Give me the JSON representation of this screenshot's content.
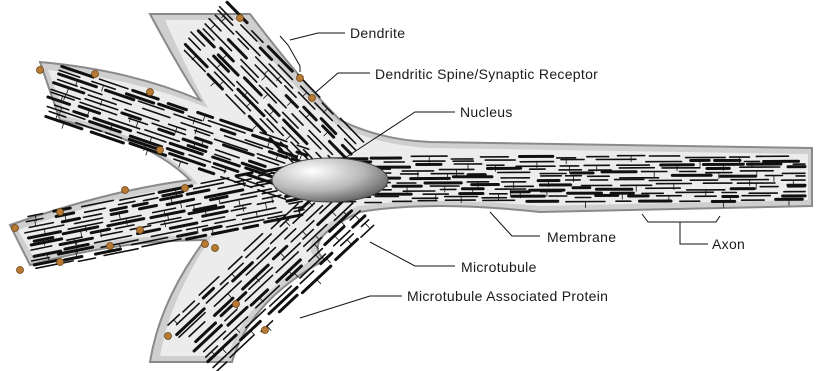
{
  "labels": {
    "dendrite": "Dendrite",
    "spine": "Dendritic Spine/Synaptic Receptor",
    "nucleus": "Nucleus",
    "membrane": "Membrane",
    "axon": "Axon",
    "microtubule": "Microtubule",
    "map": "Microtubule Associated Protein"
  },
  "colors": {
    "background": "#ffffff",
    "membrane_outer": "#a8a8a8",
    "cytoplasm": "#ececec",
    "microtubule": "#101010",
    "receptor": "#b87a32"
  }
}
